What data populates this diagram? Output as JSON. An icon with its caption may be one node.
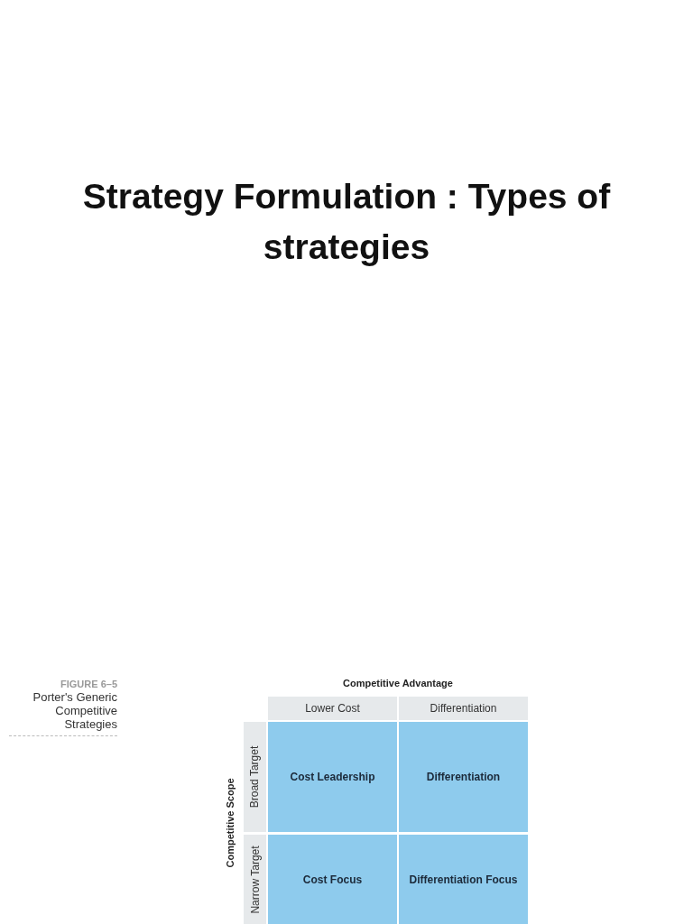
{
  "diagram": {
    "title": "Strategy Formulation : Types of strategies",
    "nodes": [
      {
        "text": [
          "Lower Cost"
        ]
      },
      {
        "text": [
          "Differentiation"
        ]
      },
      {
        "text": [
          "Broad Target"
        ]
      },
      {
        "text": [
          "Narrow Target"
        ]
      },
      {
        "text": [
          "Cost Leadership"
        ]
      },
      {
        "text": [
          "Differentiation"
        ]
      },
      {
        "text": [
          "Cost Focus"
        ]
      },
      {
        "text": [
          "Differentiation Focus"
        ]
      }
    ],
    "labels": [
      "FIGURE 6–5",
      "Porter's Generic Competitive Strategies",
      "Competitive Advantage",
      "Competitive Scope"
    ]
  }
}
